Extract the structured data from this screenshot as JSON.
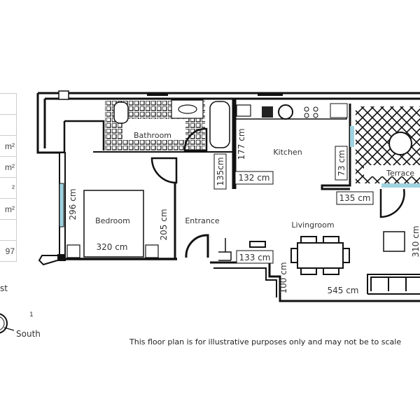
{
  "area_table": {
    "rows": [
      "",
      "",
      "m²",
      "m²",
      "²",
      "m²",
      "",
      "97"
    ]
  },
  "rooms": {
    "bathroom": "Bathroom",
    "kitchen": "Kitchen",
    "terrace": "Terrace",
    "bedroom": "Bedroom",
    "entrance": "Entrance",
    "livingroom": "Livingroom"
  },
  "dimensions": {
    "bedroom_width": "320 cm",
    "bedroom_height": "296 cm",
    "entrance_wall": "205 cm",
    "kitchen_height": "177 cm",
    "hall_135": "135cm",
    "kitchen_width": "132 cm",
    "kitchen_ledge": "73 cm",
    "terrace_door": "135 cm",
    "living_133": "133 cm",
    "living_100": "100 cm",
    "living_width": "545 cm",
    "living_height": "310 cm"
  },
  "compass": {
    "partial_label": "st",
    "tick": "1",
    "south": "South"
  },
  "disclaimer": "This floor plan is for illustrative purposes only and may not be to scale",
  "colors": {
    "window": "#9fd3e0",
    "wall": "#111111"
  }
}
